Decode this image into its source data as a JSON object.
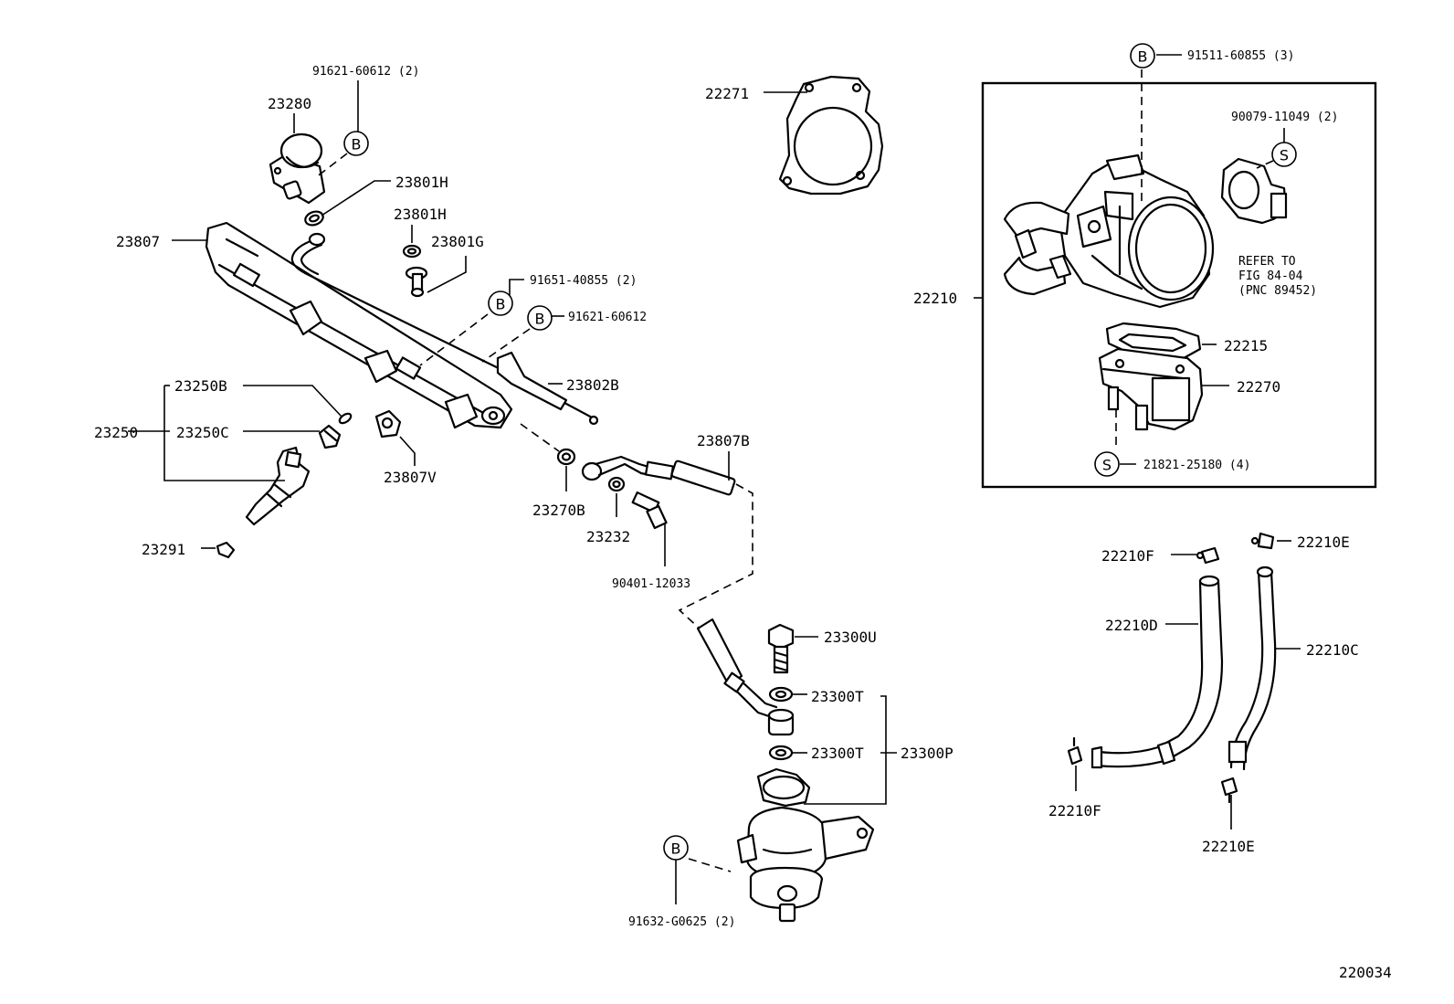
{
  "labels": {
    "p91621_60612_2": "91621-60612 (2)",
    "p23280": "23280",
    "p23801H_a": "23801H",
    "p23801H_b": "23801H",
    "p23801G": "23801G",
    "p23807": "23807",
    "p91651_40855": "91651-40855 (2)",
    "p91621_60612": "91621-60612",
    "p23802B": "23802B",
    "p23250B": "23250B",
    "p23250": "23250",
    "p23250C": "23250C",
    "p23807V": "23807V",
    "p23291": "23291",
    "p23270B": "23270B",
    "p23232": "23232",
    "p23807B": "23807B",
    "p90401_12033": "90401-12033",
    "p22271": "22271",
    "p91511_60855": "91511-60855 (3)",
    "p90079_11049": "90079-11049 (2)",
    "p22210": "22210",
    "refer_line1": "REFER TO",
    "refer_line2": "FIG 84-04",
    "refer_line3": "(PNC 89452)",
    "p22215": "22215",
    "p22270": "22270",
    "p21821_25180": "21821-25180 (4)",
    "p23300U": "23300U",
    "p23300T_a": "23300T",
    "p23300T_b": "23300T",
    "p23300P": "23300P",
    "p91632_G0625": "91632-G0625 (2)",
    "p22210F_a": "22210F",
    "p22210E_a": "22210E",
    "p22210D": "22210D",
    "p22210C": "22210C",
    "p22210F_b": "22210F",
    "p22210E_b": "22210E",
    "figure_id": "220034"
  },
  "markers": {
    "b": "B",
    "s": "S"
  }
}
